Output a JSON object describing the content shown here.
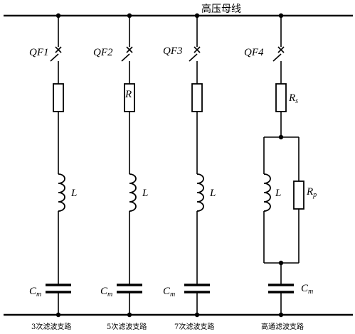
{
  "diagram": {
    "bus_label": "高压母线",
    "branches": [
      {
        "breaker": "QF1",
        "resistor": "",
        "inductor": "L",
        "capacitor_main": "C",
        "capacitor_sub": "m",
        "name": "3次滤波支路"
      },
      {
        "breaker": "QF2",
        "resistor": "R",
        "inductor": "L",
        "capacitor_main": "C",
        "capacitor_sub": "m",
        "name": "5次滤波支路"
      },
      {
        "breaker": "QF3",
        "resistor": "",
        "inductor": "L",
        "capacitor_main": "C",
        "capacitor_sub": "m",
        "name": "7次滤波支路"
      },
      {
        "breaker": "QF4",
        "resistor_main": "R",
        "resistor_sub": "s",
        "inductor": "L",
        "parallel_resistor_main": "R",
        "parallel_resistor_sub": "p",
        "capacitor_main": "C",
        "capacitor_sub": "m",
        "name": "高通滤波支路"
      }
    ]
  }
}
